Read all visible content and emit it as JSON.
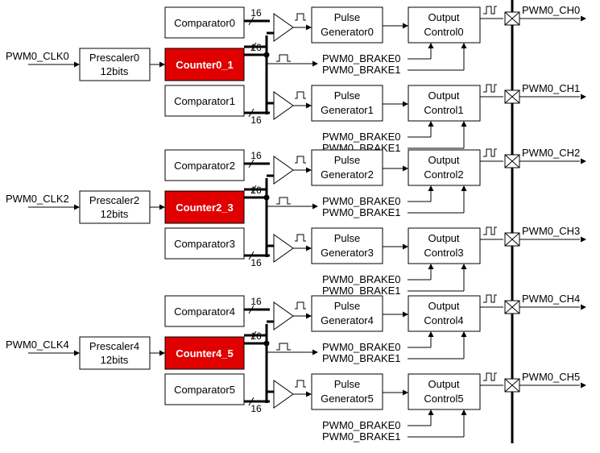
{
  "groups": [
    {
      "clk": "PWM0_CLK0",
      "prescaler": [
        "Prescaler0",
        "12bits"
      ],
      "counter": "Counter0_1",
      "channels": [
        {
          "comparator": "Comparator0",
          "pulse": [
            "Pulse",
            "Generator0"
          ],
          "output": [
            "Output",
            "Control0"
          ],
          "out_label": "PWM0_CH0"
        },
        {
          "comparator": "Comparator1",
          "pulse": [
            "Pulse",
            "Generator1"
          ],
          "output": [
            "Output",
            "Control1"
          ],
          "out_label": "PWM0_CH1"
        }
      ]
    },
    {
      "clk": "PWM0_CLK2",
      "prescaler": [
        "Prescaler2",
        "12bits"
      ],
      "counter": "Counter2_3",
      "channels": [
        {
          "comparator": "Comparator2",
          "pulse": [
            "Pulse",
            "Generator2"
          ],
          "output": [
            "Output",
            "Control2"
          ],
          "out_label": "PWM0_CH2"
        },
        {
          "comparator": "Comparator3",
          "pulse": [
            "Pulse",
            "Generator3"
          ],
          "output": [
            "Output",
            "Control3"
          ],
          "out_label": "PWM0_CH3"
        }
      ]
    },
    {
      "clk": "PWM0_CLK4",
      "prescaler": [
        "Prescaler4",
        "12bits"
      ],
      "counter": "Counter4_5",
      "channels": [
        {
          "comparator": "Comparator4",
          "pulse": [
            "Pulse",
            "Generator4"
          ],
          "output": [
            "Output",
            "Control4"
          ],
          "out_label": "PWM0_CH4"
        },
        {
          "comparator": "Comparator5",
          "pulse": [
            "Pulse",
            "Generator5"
          ],
          "output": [
            "Output",
            "Control5"
          ],
          "out_label": "PWM0_CH5"
        }
      ]
    }
  ],
  "brake_labels": [
    "PWM0_BRAKE0",
    "PWM0_BRAKE1"
  ],
  "bus_width": "16",
  "colors": {
    "counter_fill": "#e00000",
    "counter_text": "#ffffff",
    "line": "#000000"
  },
  "icons": [
    "comparator-triangle-icon",
    "pulse-waveform-icon",
    "output-switch-icon"
  ]
}
